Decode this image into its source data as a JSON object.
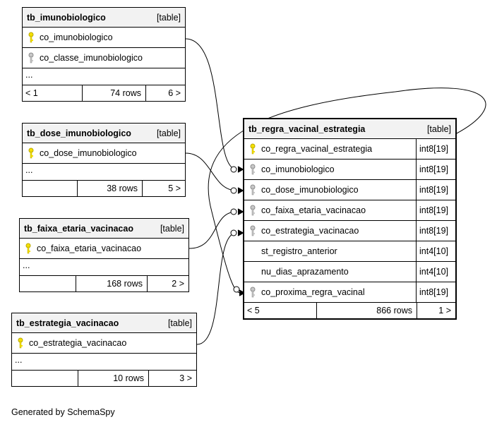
{
  "tables": {
    "imunobiologico": {
      "name": "tb_imunobiologico",
      "tag": "[table]",
      "columns": [
        "co_imunobiologico",
        "co_classe_imunobiologico"
      ],
      "ellipsis": "...",
      "footer": {
        "left": "< 1",
        "rows": "74 rows",
        "right": "6 >"
      }
    },
    "dose": {
      "name": "tb_dose_imunobiologico",
      "tag": "[table]",
      "columns": [
        "co_dose_imunobiologico"
      ],
      "ellipsis": "...",
      "footer": {
        "left": "",
        "rows": "38 rows",
        "right": "5 >"
      }
    },
    "faixa": {
      "name": "tb_faixa_etaria_vacinacao",
      "tag": "[table]",
      "columns": [
        "co_faixa_etaria_vacinacao"
      ],
      "ellipsis": "...",
      "footer": {
        "left": "",
        "rows": "168 rows",
        "right": "2 >"
      }
    },
    "estrategia": {
      "name": "tb_estrategia_vacinacao",
      "tag": "[table]",
      "columns": [
        "co_estrategia_vacinacao"
      ],
      "ellipsis": "...",
      "footer": {
        "left": "",
        "rows": "10 rows",
        "right": "3 >"
      }
    },
    "regra": {
      "name": "tb_regra_vacinal_estrategia",
      "tag": "[table]",
      "columns": [
        {
          "name": "co_regra_vacinal_estrategia",
          "type": "int8[19]"
        },
        {
          "name": "co_imunobiologico",
          "type": "int8[19]"
        },
        {
          "name": "co_dose_imunobiologico",
          "type": "int8[19]"
        },
        {
          "name": "co_faixa_etaria_vacinacao",
          "type": "int8[19]"
        },
        {
          "name": "co_estrategia_vacinacao",
          "type": "int8[19]"
        },
        {
          "name": "st_registro_anterior",
          "type": "int4[10]"
        },
        {
          "name": "nu_dias_aprazamento",
          "type": "int4[10]"
        },
        {
          "name": "co_proxima_regra_vacinal",
          "type": "int8[19]"
        }
      ],
      "footer": {
        "left": "< 5",
        "rows": "866 rows",
        "right": "1 >"
      }
    }
  },
  "icons": {
    "primary_key": "key-icon-yellow",
    "foreign_key": "key-icon-gray"
  },
  "colors": {
    "primary_key": "#f5e000",
    "foreign_key": "#a9a9a9",
    "header_bg": "#f2f2f2"
  },
  "credit": "Generated by SchemaSpy"
}
